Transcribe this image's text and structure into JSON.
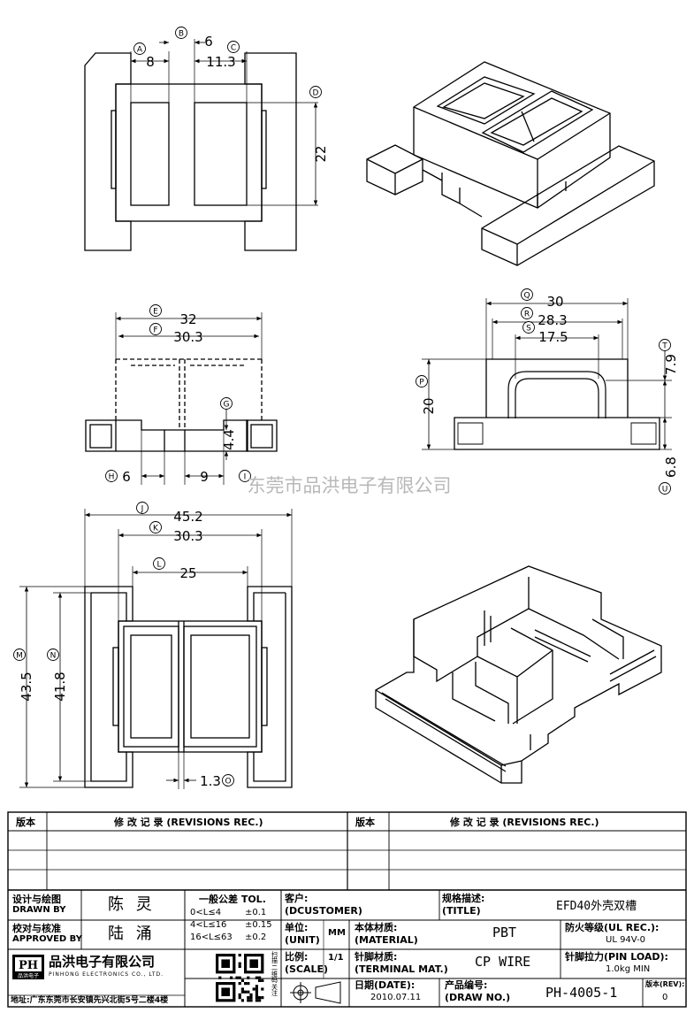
{
  "watermark": "东莞市品洪电子有限公司",
  "views": {
    "top": {
      "dims": [
        {
          "id": "top-dim-a",
          "bubble": "A",
          "value": "8"
        },
        {
          "id": "top-dim-b",
          "bubble": "B",
          "value": "6"
        },
        {
          "id": "top-dim-c",
          "bubble": "C",
          "value": "11.3"
        },
        {
          "id": "top-dim-d",
          "bubble": "D",
          "value": "22"
        }
      ]
    },
    "front": {
      "dims": [
        {
          "id": "front-dim-e",
          "bubble": "E",
          "value": "32"
        },
        {
          "id": "front-dim-f",
          "bubble": "F",
          "value": "30.3"
        },
        {
          "id": "front-dim-g",
          "bubble": "G",
          "value": "4.4"
        },
        {
          "id": "front-dim-h",
          "bubble": "H",
          "value": "6"
        },
        {
          "id": "front-dim-i",
          "bubble": "I",
          "value": "9"
        }
      ]
    },
    "side": {
      "dims": [
        {
          "id": "side-dim-q",
          "bubble": "Q",
          "value": "30"
        },
        {
          "id": "side-dim-r",
          "bubble": "R",
          "value": "28.3"
        },
        {
          "id": "side-dim-s",
          "bubble": "S",
          "value": "17.5"
        },
        {
          "id": "side-dim-t",
          "bubble": "T",
          "value": "7.9"
        },
        {
          "id": "side-dim-p",
          "bubble": "P",
          "value": "20"
        },
        {
          "id": "side-dim-u",
          "bubble": "U",
          "value": "6.8"
        }
      ]
    },
    "bottom": {
      "dims": [
        {
          "id": "bottom-dim-j",
          "bubble": "J",
          "value": "45.2"
        },
        {
          "id": "bottom-dim-k",
          "bubble": "K",
          "value": "30.3"
        },
        {
          "id": "bottom-dim-l",
          "bubble": "L",
          "value": "25"
        },
        {
          "id": "bottom-dim-m",
          "bubble": "M",
          "value": "43.5"
        },
        {
          "id": "bottom-dim-n",
          "bubble": "N",
          "value": "41.8"
        },
        {
          "id": "bottom-dim-o",
          "bubble": "O",
          "value": "1.3"
        }
      ]
    }
  },
  "title_block": {
    "rev_header": "版本",
    "rev_title": "修 改 记 录 (REVISIONS REC.)",
    "rev_header_right": "版本",
    "rev_title_right": "修 改 记 录 (REVISIONS REC.)",
    "drawn_by_cn": "设计与绘图",
    "drawn_by_en": "DRAWN BY",
    "drawn_by_name": "陈 灵",
    "approved_by_cn": "校对与核准",
    "approved_by_en": "APPROVED BY",
    "approved_by_name": "陆 涌",
    "tol_title": "一般公差 TOL.",
    "tol_rows": [
      {
        "range": "0<L≤4",
        "tol": "±0.1"
      },
      {
        "range": "4<L≤16",
        "tol": "±0.15"
      },
      {
        "range": "16<L≤63",
        "tol": "±0.2"
      }
    ],
    "customer_cn": "客户:",
    "customer_en": "(DCUSTOMER)",
    "title_cn": "规格描述:",
    "title_en": "(TITLE)",
    "title_value": "EFD40外壳双槽",
    "unit_cn": "单位:",
    "unit_en": "(UNIT)",
    "unit_value": "MM",
    "material_cn": "本体材质:",
    "material_en": "(MATERIAL)",
    "material_value": "PBT",
    "ul_cn": "防火等级(UL REC.):",
    "ul_value": "UL 94V-0",
    "scale_cn": "比例:",
    "scale_en": "(SCALE)",
    "scale_value": "1/1",
    "terminal_cn": "针脚材质:",
    "terminal_en": "(TERMINAL MAT.)",
    "terminal_value": "CP WIRE",
    "pin_load_cn": "针脚拉力(PIN LOAD):",
    "pin_load_value": "1.0kg MIN",
    "company_cn": "品洪电子有限公司",
    "company_en": "PINHONG ELECTRONICS CO., LTD.",
    "logo_letters": "PH",
    "logo_sub": "品洪电子",
    "qr_caption": "扫描二维码关注",
    "address": "地址:广东东莞市长安镇先兴北街5号二楼4楼",
    "date_cn": "日期(DATE):",
    "date_value": "2010.07.11",
    "draw_no_cn": "产品编号:",
    "draw_no_en": "(DRAW NO.)",
    "draw_no_value": "PH-4005-1",
    "rev_cn": "版本(REV):",
    "rev_value": "0"
  }
}
